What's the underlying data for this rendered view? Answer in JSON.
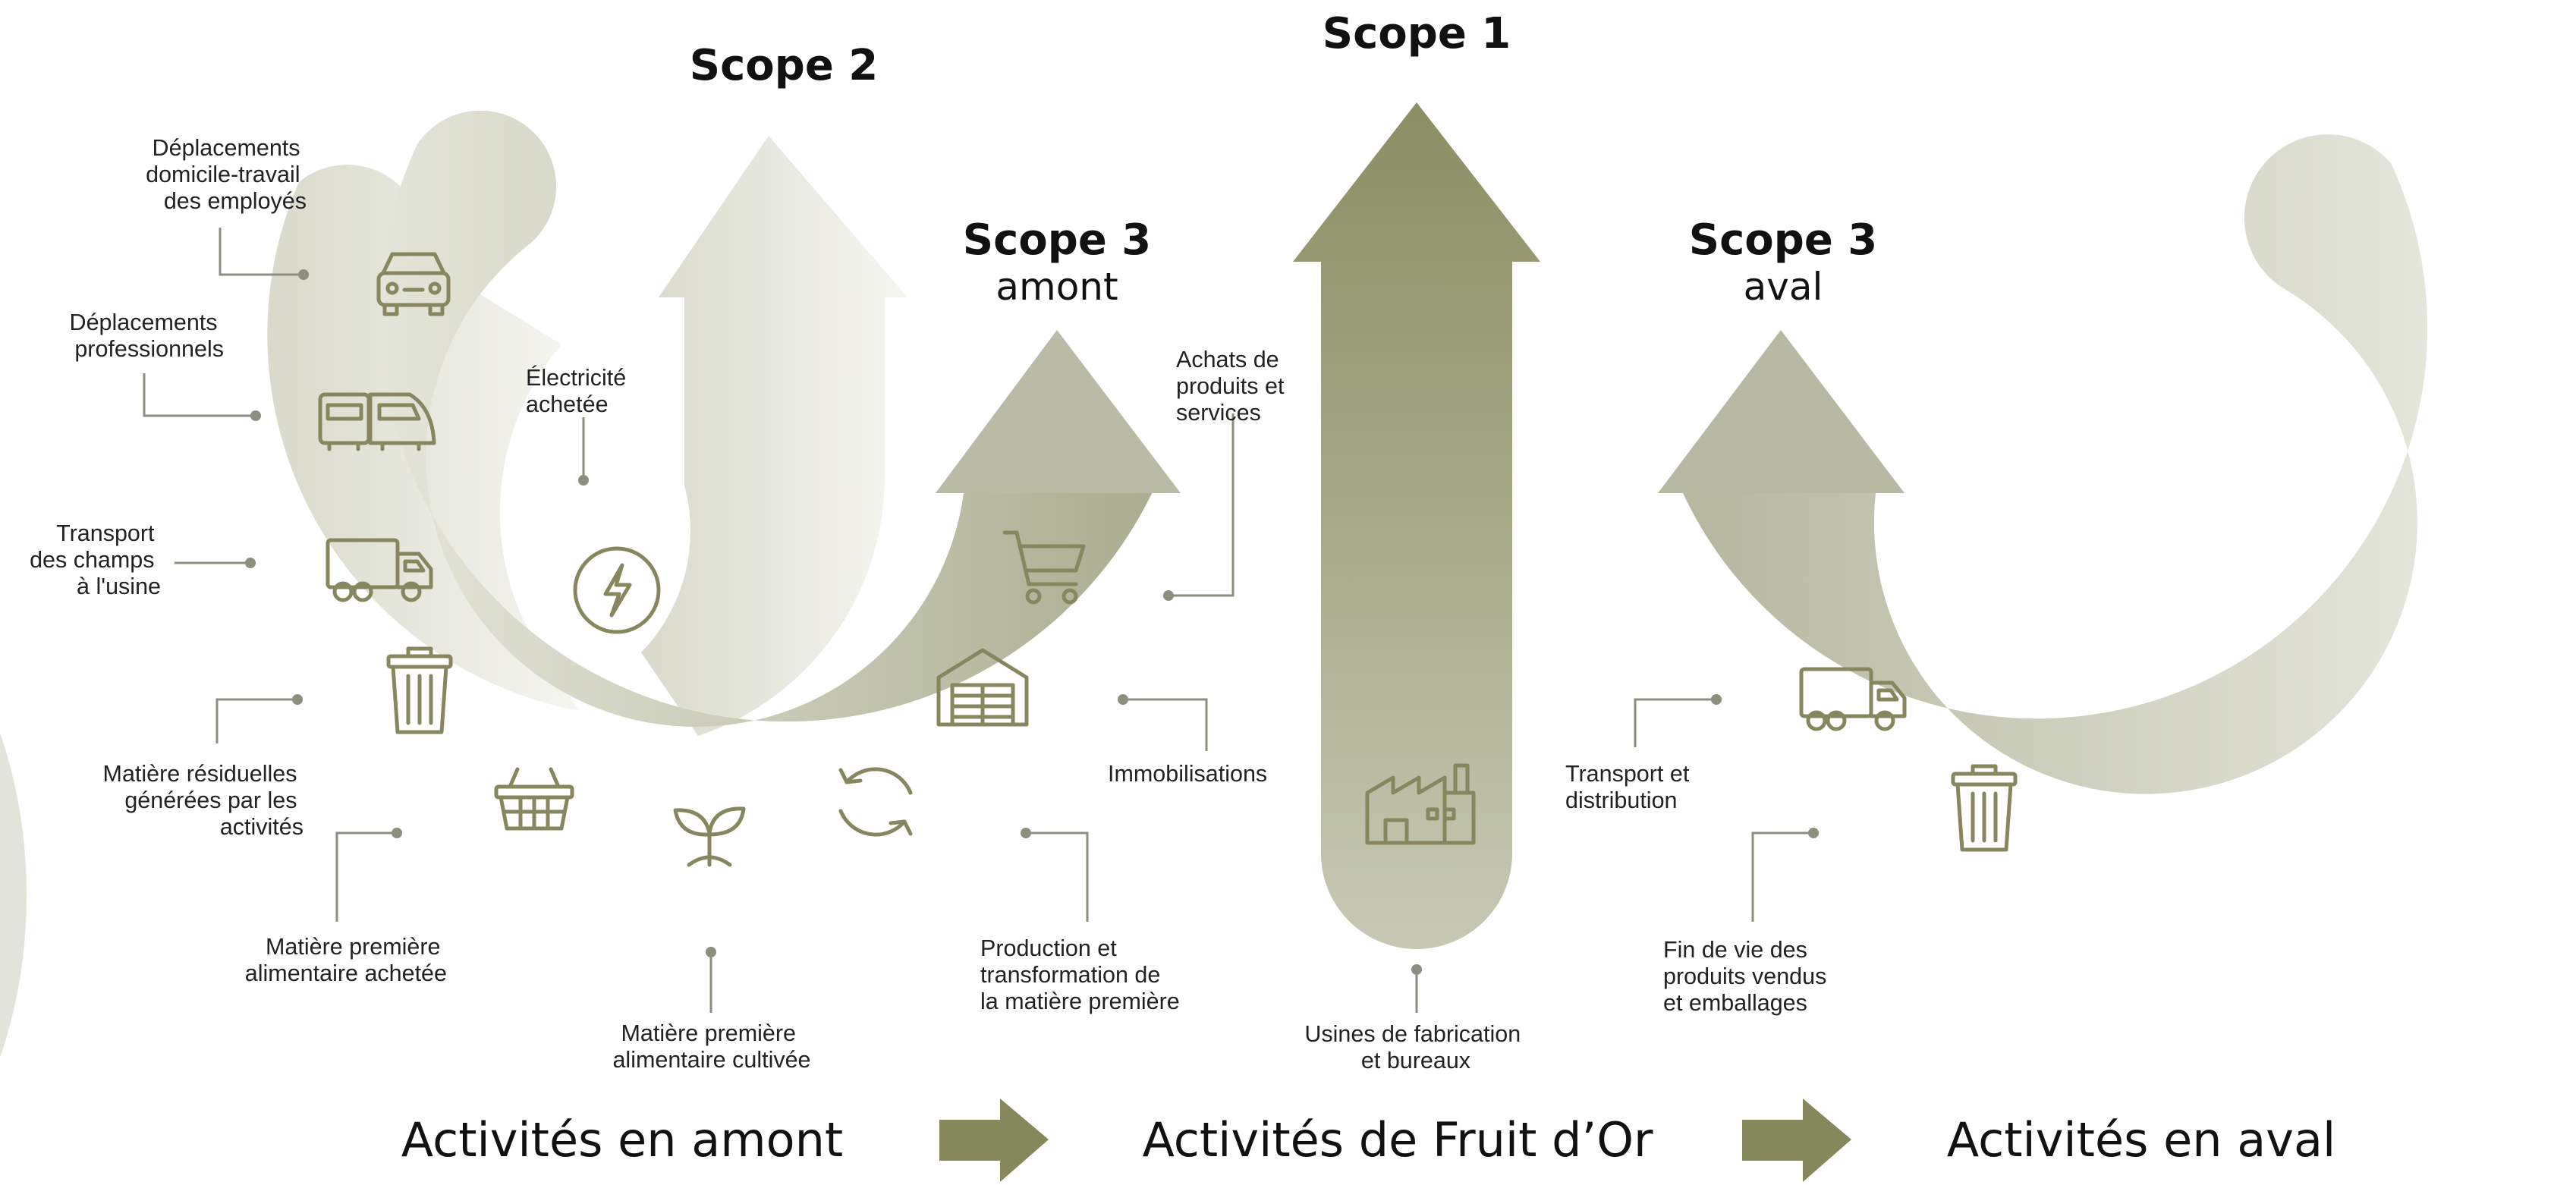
{
  "scopes": {
    "scope2": {
      "title": "Scope 2"
    },
    "scope1": {
      "title": "Scope 1"
    },
    "scope3_up": {
      "title": "Scope 3",
      "subtitle": "amont"
    },
    "scope3_down": {
      "title": "Scope 3",
      "subtitle": "aval"
    }
  },
  "labels": {
    "commute": [
      "Déplacements",
      "domicile-travail",
      "des employés"
    ],
    "business_travel": [
      "Déplacements",
      "professionnels"
    ],
    "transport_fields": [
      "Transport",
      "des champs",
      "à l'usine"
    ],
    "residual": [
      "Matière résiduelles",
      "générées par les",
      "activités"
    ],
    "raw_bought": [
      "Matière première",
      "alimentaire achetée"
    ],
    "raw_grown": [
      "Matière première",
      "alimentaire cultivée"
    ],
    "production": [
      "Production et",
      "transformation de",
      "la matière première"
    ],
    "fixed_assets": [
      "Immobilisations"
    ],
    "purchases": [
      "Achats de",
      "produits et",
      "services"
    ],
    "electricity": [
      "Électricité",
      "achetée"
    ],
    "factories": [
      "Usines de fabrication",
      "et bureaux"
    ],
    "transport_dist": [
      "Transport et",
      "distribution"
    ],
    "end_of_life": [
      "Fin de vie des",
      "produits vendus",
      "et emballages"
    ]
  },
  "footer": {
    "upstream": "Activités en amont",
    "company": "Activités de Fruit d’Or",
    "downstream": "Activités en aval"
  },
  "colors": {
    "olive_dark": "#8e9169",
    "olive_mid": "#b3b59d",
    "olive_light": "#e3e3d8",
    "icon": "#87875f",
    "arrow": "#85885a"
  }
}
